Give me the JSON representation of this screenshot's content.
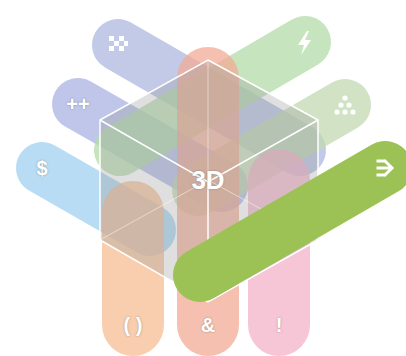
{
  "diagram": {
    "nodes": [
      {
        "text": [
          "++"
        ]
      },
      {
        "text": [
          "$"
        ]
      },
      {
        "text": [
          "3D"
        ]
      },
      {
        "text": [
          "( )"
        ]
      },
      {
        "text": [
          "&"
        ]
      },
      {
        "text": [
          "!"
        ]
      }
    ]
  }
}
